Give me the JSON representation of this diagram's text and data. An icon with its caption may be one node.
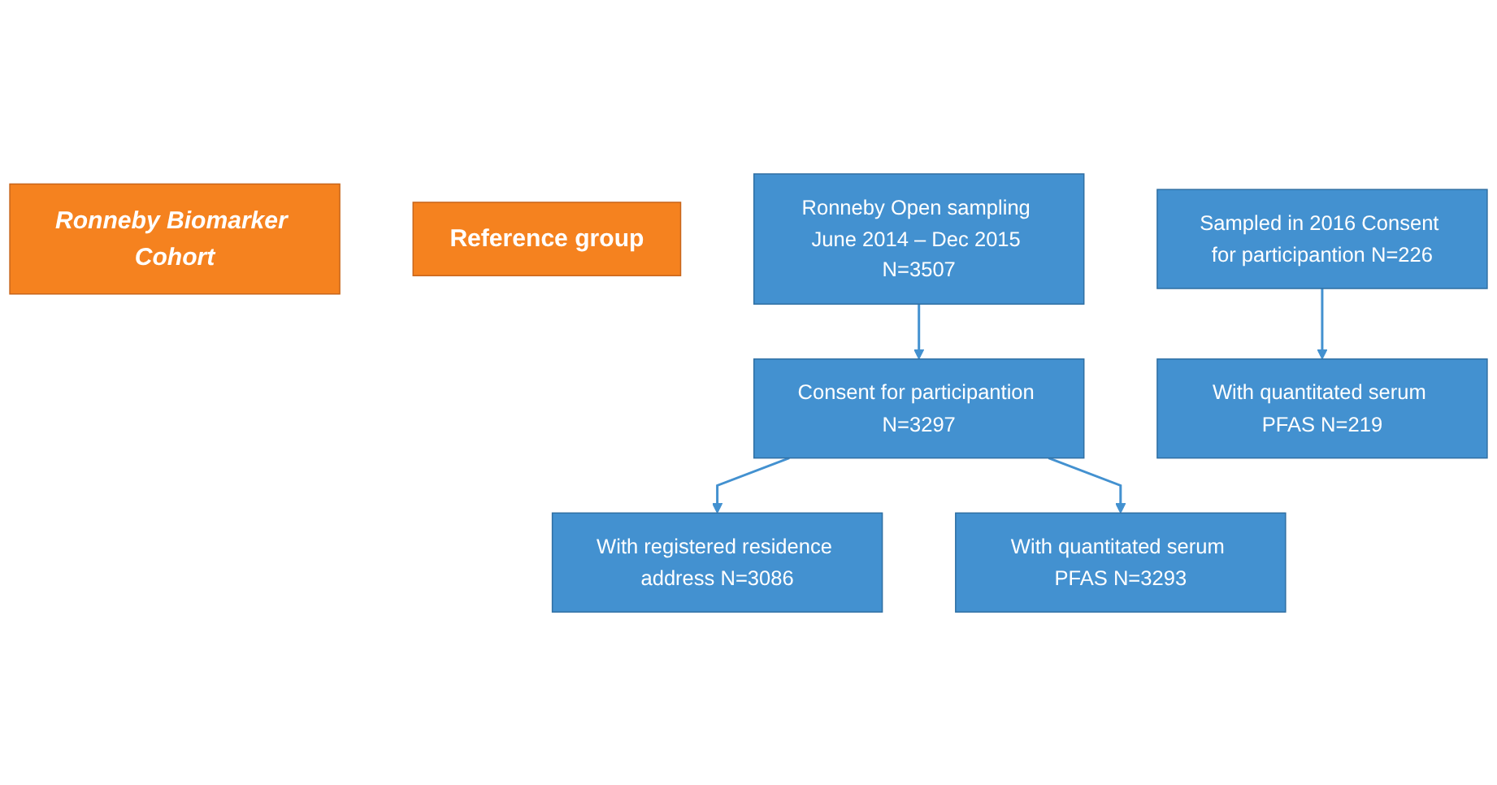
{
  "diagram": {
    "nodes": [
      {
        "text": [
          "Ronneby Biomarker Cohort"
        ]
      },
      {
        "text": [
          "Reference group"
        ]
      },
      {
        "text": [
          "Ronneby Open sampling June 2014 – Dec 2015 N=3507"
        ]
      },
      {
        "text": [
          "Consent for participantion N=3297"
        ]
      },
      {
        "text": [
          "With registered residence address N=3086"
        ]
      },
      {
        "text": [
          "With quantitated serum PFAS N=3293"
        ]
      },
      {
        "text": [
          "Sampled in 2016 Consent for participantion N=226"
        ]
      },
      {
        "text": [
          "With quantitated serum PFAS N=219"
        ]
      }
    ],
    "edges": [
      {
        "from": 2,
        "to": 3,
        "arrow": "to"
      },
      {
        "from": 3,
        "to": 4,
        "arrow": "to"
      },
      {
        "from": 3,
        "to": 5,
        "arrow": "to"
      },
      {
        "from": 6,
        "to": 7,
        "arrow": "to"
      }
    ]
  }
}
